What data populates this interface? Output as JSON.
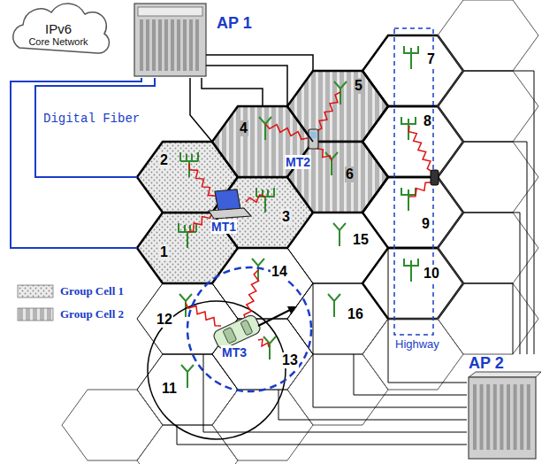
{
  "diagram": {
    "nodes": [
      {
        "text": [
          "IPv6",
          "Core Network"
        ]
      },
      {
        "text": [
          "AP 1"
        ]
      },
      {
        "text": [
          "1"
        ]
      },
      {
        "text": [
          "2"
        ]
      },
      {
        "text": [
          "3"
        ]
      },
      {
        "text": [
          "4"
        ]
      },
      {
        "text": [
          "5"
        ]
      },
      {
        "text": [
          "6"
        ]
      },
      {
        "text": [
          "7"
        ]
      },
      {
        "text": [
          "8"
        ]
      },
      {
        "text": [
          "9"
        ]
      },
      {
        "text": [
          "10"
        ]
      },
      {
        "text": [
          "11"
        ]
      },
      {
        "text": [
          "12"
        ]
      },
      {
        "text": [
          "13"
        ]
      },
      {
        "text": [
          "14"
        ]
      },
      {
        "text": [
          "15"
        ]
      },
      {
        "text": [
          "16"
        ]
      },
      {
        "text": [
          "AP 2"
        ]
      }
    ],
    "edges": [
      {
        "from": 1,
        "to": 2,
        "arrow": "none"
      },
      {
        "from": 1,
        "to": 3,
        "arrow": "none"
      },
      {
        "from": 1,
        "to": 4,
        "arrow": "none"
      },
      {
        "from": 1,
        "to": 5,
        "arrow": "none"
      },
      {
        "from": 1,
        "to": 6,
        "arrow": "none"
      },
      {
        "from": 1,
        "to": 7,
        "arrow": "none"
      },
      {
        "from": 18,
        "to": 8,
        "arrow": "none"
      },
      {
        "from": 18,
        "to": 9,
        "arrow": "none"
      },
      {
        "from": 18,
        "to": 10,
        "arrow": "none"
      },
      {
        "from": 18,
        "to": 11,
        "arrow": "none"
      },
      {
        "from": 18,
        "to": 12,
        "arrow": "none"
      },
      {
        "from": 18,
        "to": 13,
        "arrow": "none"
      },
      {
        "from": 18,
        "to": 14,
        "arrow": "none"
      },
      {
        "from": 18,
        "to": 15,
        "arrow": "none"
      },
      {
        "from": 18,
        "to": 16,
        "arrow": "none"
      },
      {
        "from": 18,
        "to": 17,
        "arrow": "none"
      }
    ],
    "labels": [
      "Digital Fiber",
      "MT1",
      "MT2",
      "MT3",
      "Highway"
    ],
    "legend": [
      {
        "text": "Group Cell 1"
      },
      {
        "text": "Group Cell 2"
      }
    ]
  }
}
